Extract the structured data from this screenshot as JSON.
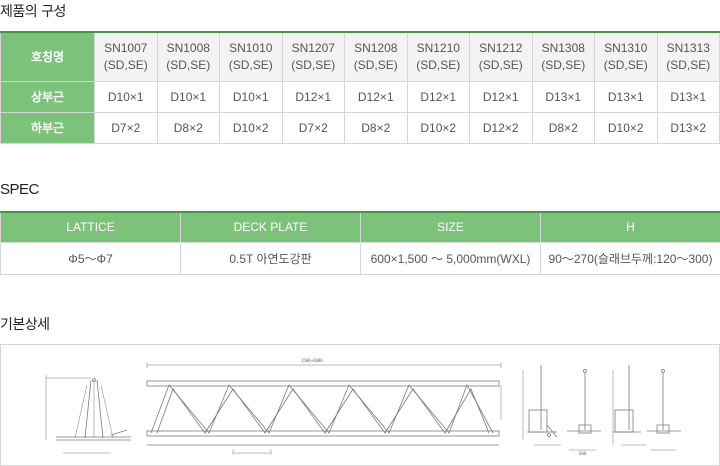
{
  "sections": {
    "products_title": "제품의 구성",
    "spec_title": "SPEC",
    "detail_title": "기본상세"
  },
  "product_table": {
    "name_header": "호칭명",
    "models": [
      {
        "code": "SN1007",
        "type": "(SD,SE)",
        "top": "D10×1",
        "bottom": "D7×2"
      },
      {
        "code": "SN1008",
        "type": "(SD,SE)",
        "top": "D10×1",
        "bottom": "D8×2"
      },
      {
        "code": "SN1010",
        "type": "(SD,SE)",
        "top": "D10×1",
        "bottom": "D10×2"
      },
      {
        "code": "SN1207",
        "type": "(SD,SE)",
        "top": "D12×1",
        "bottom": "D7×2"
      },
      {
        "code": "SN1208",
        "type": "(SD,SE)",
        "top": "D12×1",
        "bottom": "D8×2"
      },
      {
        "code": "SN1210",
        "type": "(SD,SE)",
        "top": "D12×1",
        "bottom": "D10×2"
      },
      {
        "code": "SN1212",
        "type": "(SD,SE)",
        "top": "D12×1",
        "bottom": "D12×2"
      },
      {
        "code": "SN1308",
        "type": "(SD,SE)",
        "top": "D13×1",
        "bottom": "D8×2"
      },
      {
        "code": "SN1310",
        "type": "(SD,SE)",
        "top": "D13×1",
        "bottom": "D10×2"
      },
      {
        "code": "SN1313",
        "type": "(SD,SE)",
        "top": "D13×1",
        "bottom": "D13×2"
      }
    ],
    "top_bar_label": "상부근",
    "bottom_bar_label": "하부근"
  },
  "spec_table": {
    "headers": [
      "LATTICE",
      "DECK PLATE",
      "SIZE",
      "H"
    ],
    "values": [
      "Φ5～Φ7",
      "0.5T 아연도강판",
      "600×1,500 ～ 5,000mm(WXL)",
      "90～270(슬래브두께:120～300)"
    ]
  },
  "drawing": {
    "length_label": "1500~6000",
    "dim_small_label": "600"
  }
}
